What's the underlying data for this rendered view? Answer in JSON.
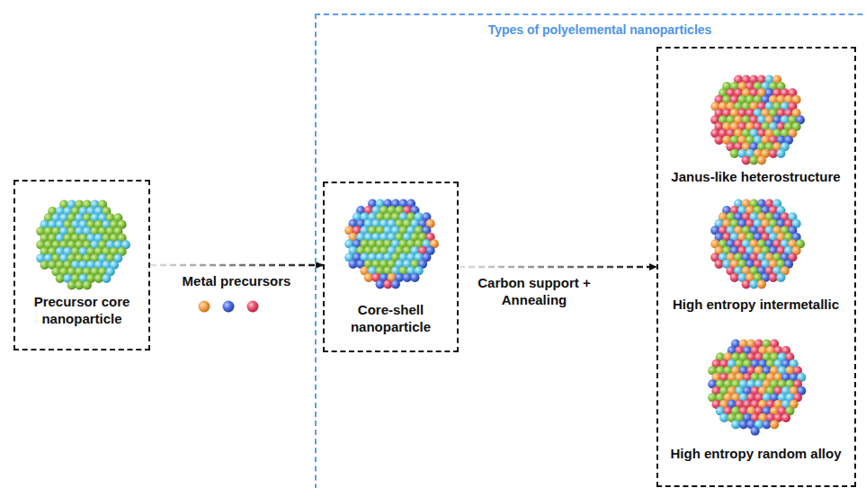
{
  "diagram": {
    "nodes": [
      {
        "text": [
          "Precursor core nanoparticle"
        ]
      },
      {
        "text": [
          "Types of polyelemental nanoparticles"
        ]
      },
      {
        "text": [
          "Core-shell nanoparticle"
        ],
        "in": 1
      },
      {
        "in": 1
      },
      {
        "text": [
          "Janus-like heterostructure"
        ],
        "in": 3
      },
      {
        "text": [
          "High entropy intermetallic"
        ],
        "in": 3
      },
      {
        "text": [
          "High entropy random alloy"
        ],
        "in": 3
      }
    ],
    "edges": [
      {
        "from": 0,
        "to": 2,
        "arrow": "to",
        "label": "Metal precursors"
      },
      {
        "from": 2,
        "to": 3,
        "arrow": "to",
        "label": "Carbon support + Annealing"
      }
    ]
  }
}
